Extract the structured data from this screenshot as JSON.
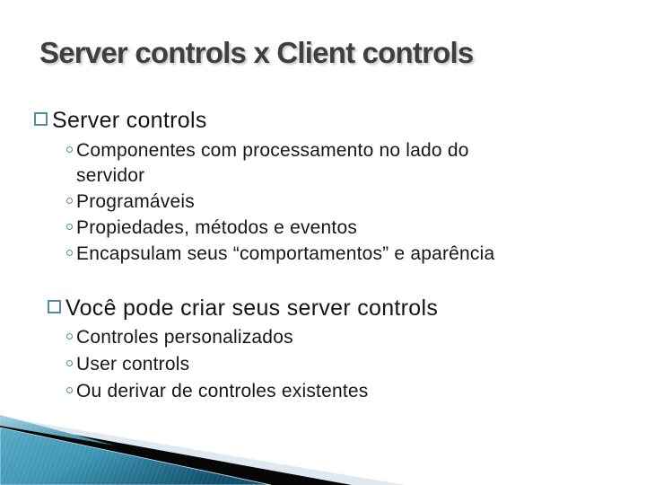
{
  "slide": {
    "title": "Server controls x Client controls",
    "sections": [
      {
        "heading": "Server controls",
        "items": [
          "Componentes com processamento no lado do servidor",
          "Programáveis",
          "Propiedades, métodos e eventos",
          "Encapsulam seus “comportamentos” e aparência"
        ]
      },
      {
        "heading": "Você pode criar seus server controls",
        "items": [
          "Controles personalizados",
          "User controls",
          "Ou derivar de controles existentes"
        ]
      }
    ],
    "bullets": {
      "level1": "hollow-square",
      "level2": "hollow-circle"
    },
    "colors": {
      "title_gray": "#3f3f3f",
      "accent_teal": "#4e8fa0",
      "body_text": "#171717",
      "deco_teal_light": "#6fbcd4",
      "deco_teal_mid": "#3e95b4",
      "deco_teal_dark": "#0f4f6b",
      "deco_pale": "#dfe9ef",
      "deco_black": "#060606"
    }
  }
}
